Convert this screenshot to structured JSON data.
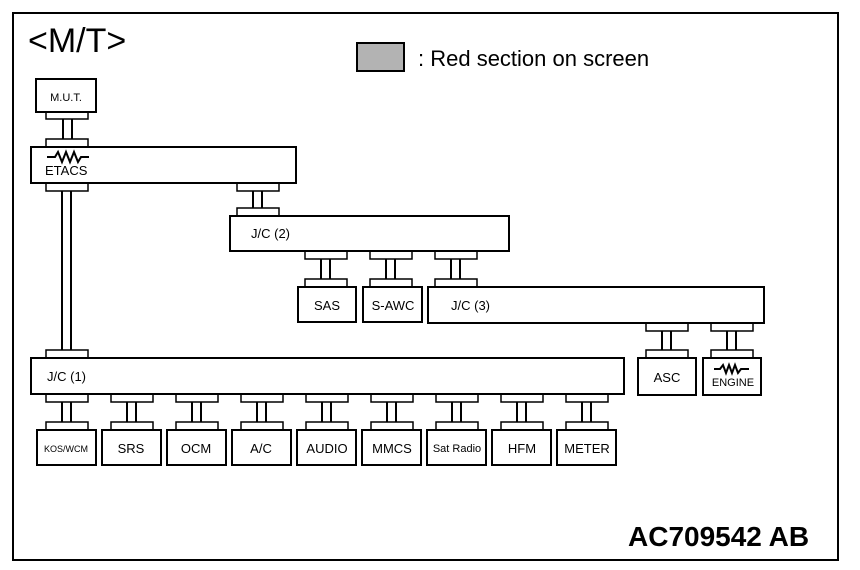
{
  "title": "<M/T>",
  "legend": {
    "text": ": Red section on screen",
    "swatch_color": "#b3b3b3"
  },
  "figure_code": "AC709542 AB",
  "nodes": {
    "mut": "M.U.T.",
    "etacs": "ETACS",
    "jc1": "J/C (1)",
    "jc2": "J/C (2)",
    "jc3": "J/C (3)",
    "sas": "SAS",
    "sawc": "S-AWC",
    "asc": "ASC",
    "engine": "ENGINE",
    "kos": "KOS/WCM",
    "srs": "SRS",
    "ocm": "OCM",
    "ac": "A/C",
    "audio": "AUDIO",
    "mmcs": "MMCS",
    "satradio": "Sat Radio",
    "hfm": "HFM",
    "meter": "METER"
  },
  "icons": {
    "resistor": "resistor-icon"
  }
}
